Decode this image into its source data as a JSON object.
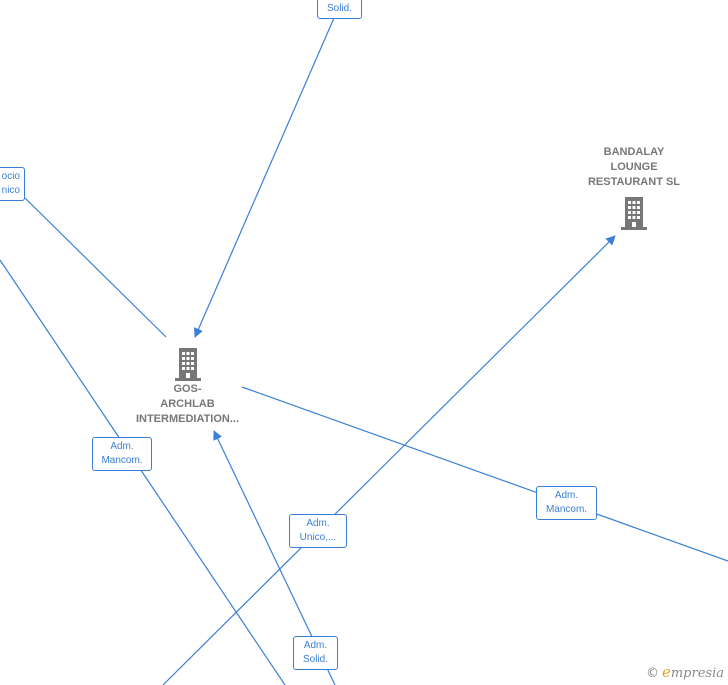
{
  "nodes": {
    "gos": {
      "lines": [
        "GOS-",
        "ARCHLAB",
        "INTERMEDIATION..."
      ]
    },
    "bandalay": {
      "lines": [
        "BANDALAY",
        "LOUNGE",
        "RESTAURANT SL"
      ]
    }
  },
  "edge_labels": {
    "top_solid": [
      "Solid."
    ],
    "socio_unico": [
      "ocio",
      "nico"
    ],
    "adm_mancom_left": [
      "Adm.",
      "Mancom."
    ],
    "adm_unico": [
      "Adm.",
      "Unico,..."
    ],
    "adm_mancom_right": [
      "Adm.",
      "Mancom."
    ],
    "adm_solid_bottom": [
      "Adm.",
      "Solid."
    ]
  },
  "brand": {
    "copyright": "©",
    "name_initial": "e",
    "name_rest": "mpresia"
  },
  "colors": {
    "edge": "#3a7fd5",
    "node_icon": "#777777"
  }
}
